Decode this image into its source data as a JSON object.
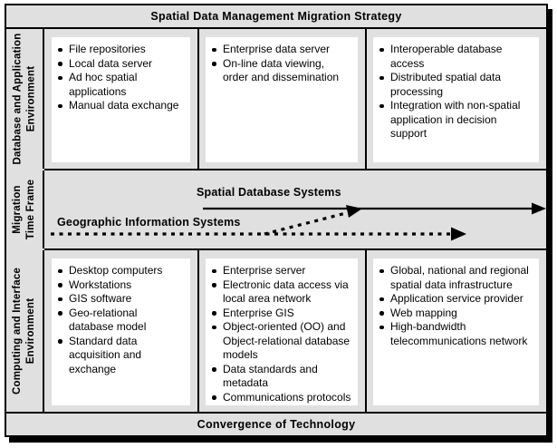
{
  "figure": {
    "title": "Spatial Data Management Migration Strategy",
    "footer": "Convergence of Technology"
  },
  "rows": [
    {
      "id": "database-application",
      "axis_label_line1": "Database and Application",
      "axis_label_line2": "Environment",
      "columns": [
        {
          "id": "stage-1",
          "items": [
            "File repositories",
            "Local data server",
            "Ad hoc spatial applications",
            "Manual data exchange"
          ]
        },
        {
          "id": "stage-2",
          "items": [
            "Enterprise data server",
            "On-line data viewing, order and dissemination"
          ]
        },
        {
          "id": "stage-3",
          "items": [
            "Interoperable database access",
            "Distributed spatial data processing",
            "Integration with non-spatial application in decision support"
          ]
        }
      ]
    },
    {
      "id": "migration-time-frame",
      "axis_label_line1": "Migration",
      "axis_label_line2": "Time Frame",
      "arrows": [
        {
          "id": "spatial-database-systems",
          "label": "Spatial Database Systems",
          "style": "solid"
        },
        {
          "id": "geographic-information-systems",
          "label": "Geographic Information Systems",
          "style": "dotted"
        },
        {
          "id": "transition",
          "label": "",
          "style": "dotted-diagonal"
        }
      ]
    },
    {
      "id": "computing-interface",
      "axis_label_line1": "Computing and Interface",
      "axis_label_line2": "Environment",
      "columns": [
        {
          "id": "stage-1",
          "items": [
            "Desktop computers",
            "Workstations",
            "GIS software",
            "Geo-relational database model",
            "Standard data acquisition and exchange"
          ]
        },
        {
          "id": "stage-2",
          "items": [
            "Enterprise server",
            "Electronic data access via local area network",
            "Enterprise GIS",
            "Object-oriented (OO) and Object-relational database models",
            "Data standards and metadata",
            "Communications protocols"
          ]
        },
        {
          "id": "stage-3",
          "items": [
            "Global, national and regional spatial data infrastructure",
            "Application service provider",
            "Web mapping",
            "High-bandwidth telecommunications network"
          ]
        }
      ]
    }
  ],
  "colors": {
    "background": "#e0e0e0",
    "panel": "#ffffff",
    "stroke": "#000000"
  }
}
